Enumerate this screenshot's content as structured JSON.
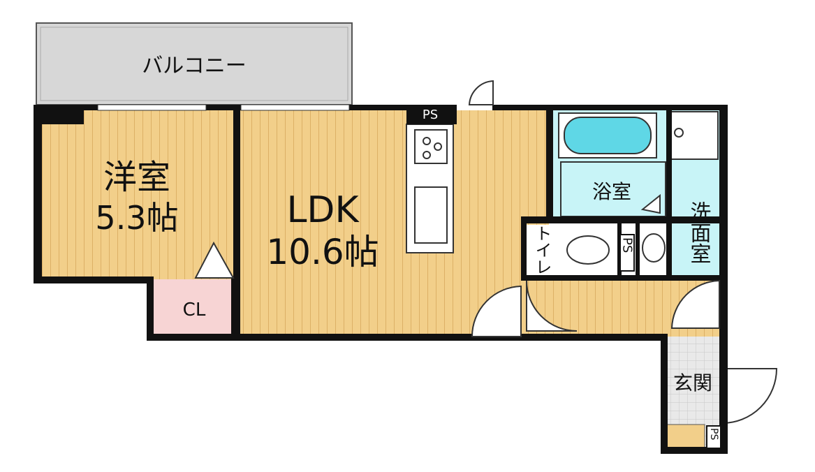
{
  "balcony": {
    "label": "バルコニー"
  },
  "western_room": {
    "name": "洋室",
    "size": "5.3帖"
  },
  "closet": {
    "label": "CL"
  },
  "ldk": {
    "name": "LDK",
    "size": "10.6帖"
  },
  "bath": {
    "label": "浴室"
  },
  "washroom": {
    "label": "洗面室"
  },
  "toilet": {
    "label": "トイレ"
  },
  "entrance": {
    "label": "玄関"
  },
  "ps_labels": {
    "kitchen": "PS",
    "toilet": "PS",
    "entrance": "PS"
  },
  "colors": {
    "floor_wood": "#f2cf8a",
    "floor_wood_line": "#dcb066",
    "balcony_gray": "#d7d7d7",
    "closet_pink": "#f7d4d4",
    "wet_area_blue": "#c8f4f7",
    "bathtub_blue": "#5fd7e6",
    "wall": "#111111",
    "entrance_tile": "#e8e8e8"
  }
}
